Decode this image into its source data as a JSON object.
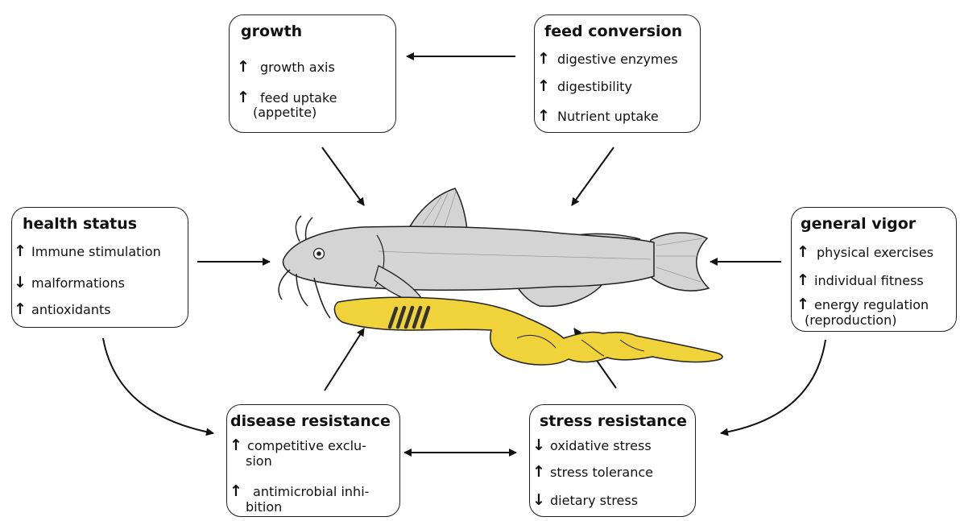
{
  "growth": {
    "title": "growth",
    "items": [
      {
        "arrow": "↑",
        "text": "growth axis"
      },
      {
        "arrow": "↑",
        "text": "feed uptake"
      },
      {
        "arrow": "",
        "text": "(appetite)"
      }
    ]
  },
  "feed_conversion": {
    "title": "feed conversion",
    "items": [
      {
        "arrow": "↑",
        "text": "digestive enzymes"
      },
      {
        "arrow": "↑",
        "text": "digestibility"
      },
      {
        "arrow": "↑",
        "text": "Nutrient uptake"
      }
    ]
  },
  "health_status": {
    "title": "health status",
    "items": [
      {
        "arrow": "↑",
        "text": "Immune stimulation"
      },
      {
        "arrow": "↓",
        "text": "malformations"
      },
      {
        "arrow": "↑",
        "text": "antioxidants"
      }
    ]
  },
  "general_vigor": {
    "title": "general vigor",
    "items": [
      {
        "arrow": "↑",
        "text": "physical exercises"
      },
      {
        "arrow": "↑",
        "text": "individual fitness"
      },
      {
        "arrow": "↑",
        "text": "energy regulation"
      },
      {
        "arrow": "",
        "text": "(reproduction)"
      }
    ]
  },
  "disease_resistance": {
    "title": "disease resistance",
    "items": [
      {
        "arrow": "↑",
        "text": "competitive exclu-"
      },
      {
        "arrow": "",
        "text": "sion"
      },
      {
        "arrow": "↑",
        "text": "antimicrobial inhi-"
      },
      {
        "arrow": "",
        "text": "bition"
      }
    ]
  },
  "stress_resistance": {
    "title": "stress resistance",
    "items": [
      {
        "arrow": "↓",
        "text": "oxidative stress"
      },
      {
        "arrow": "↑",
        "text": "stress tolerance"
      },
      {
        "arrow": "↓",
        "text": "dietary stress"
      }
    ]
  },
  "colors": {
    "fish_body": "#d4d4d4",
    "gut": "#f0d23a",
    "outline": "#222222"
  }
}
